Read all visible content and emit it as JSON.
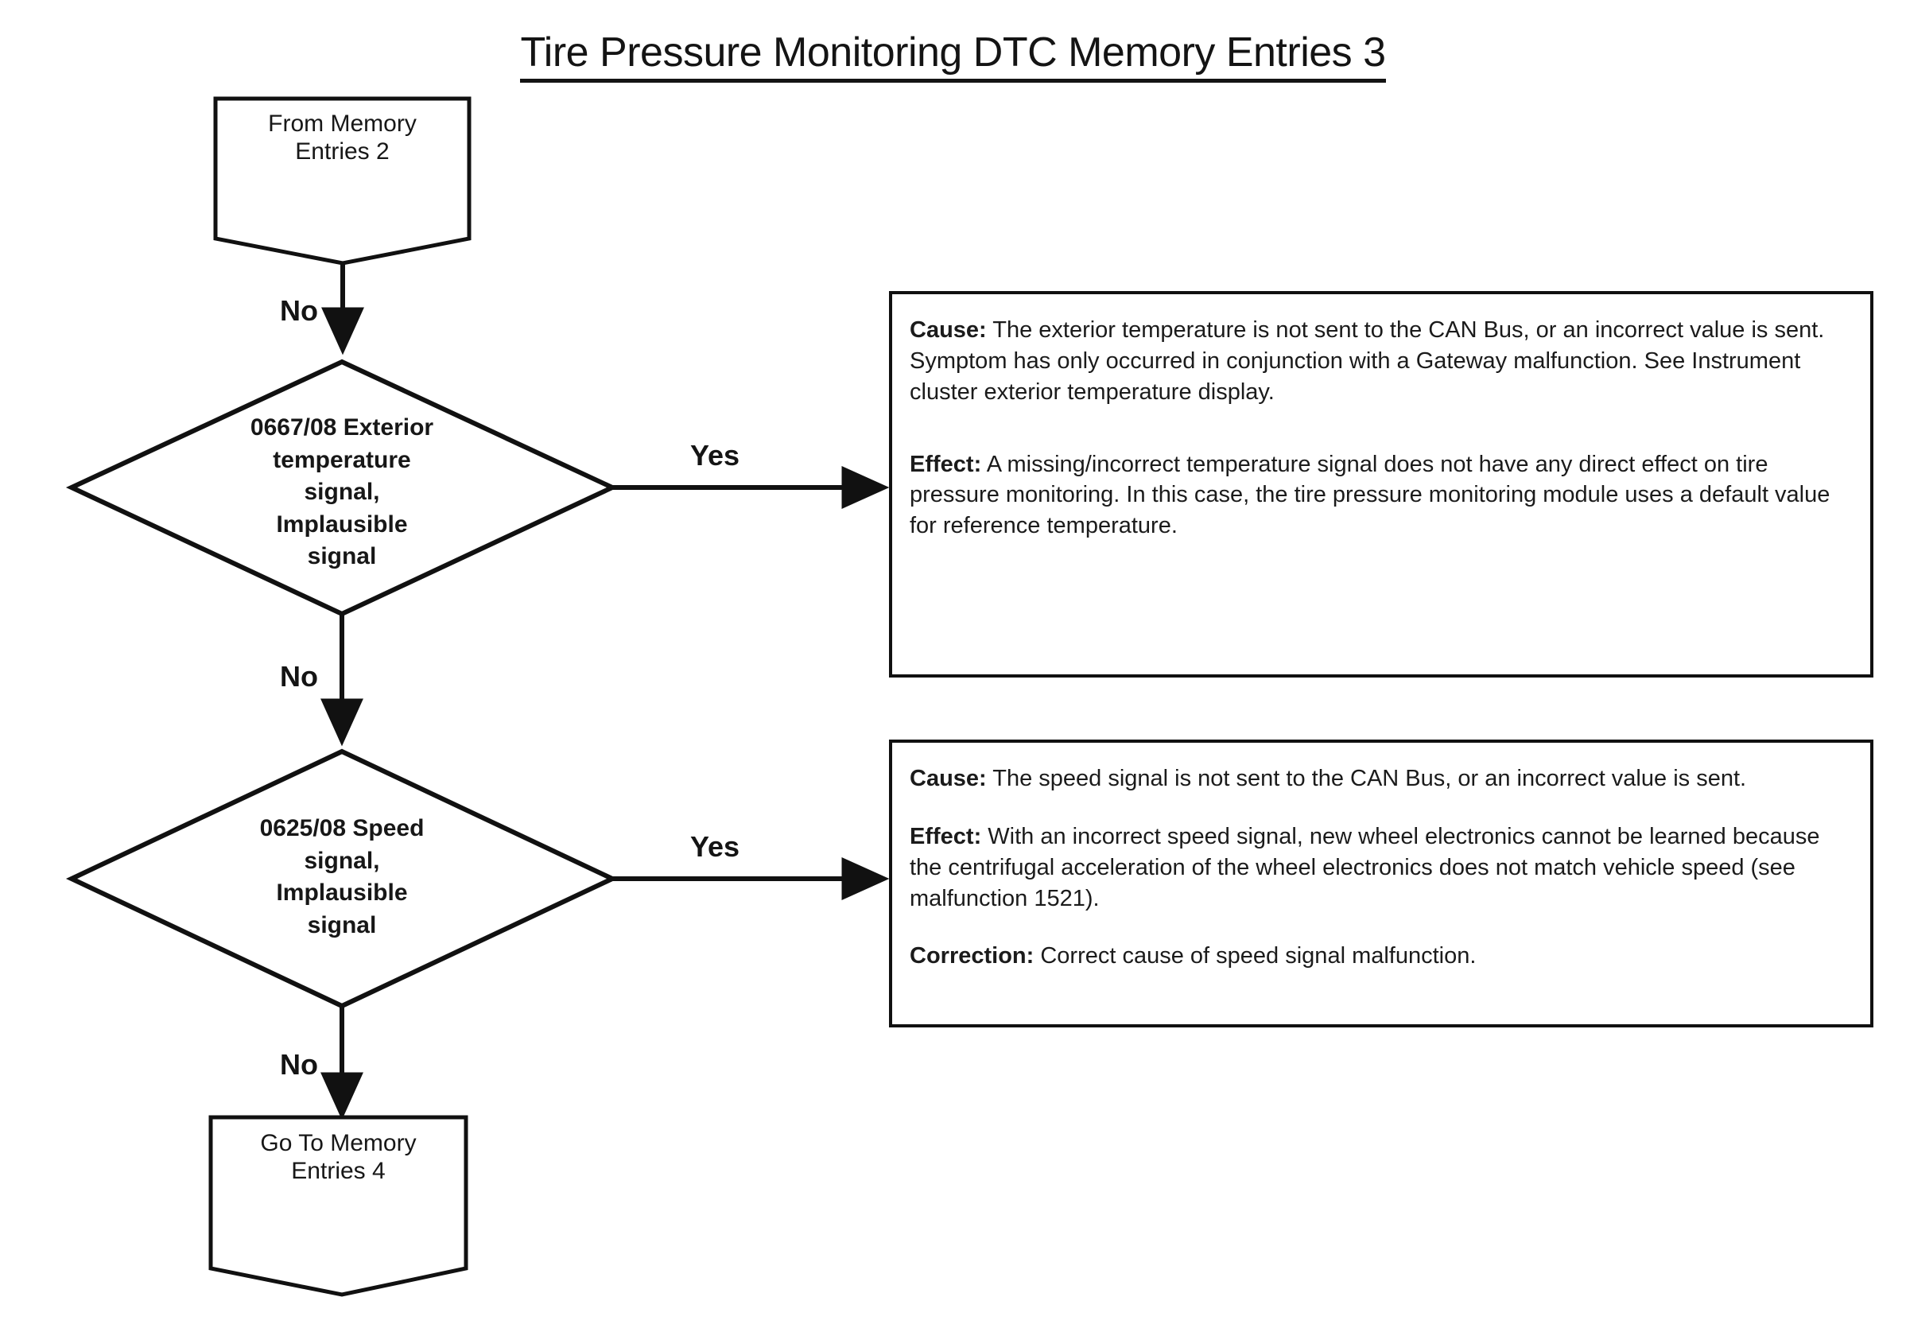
{
  "title": "Tire Pressure Monitoring DTC Memory Entries 3",
  "nodes": {
    "start": {
      "type": "terminator",
      "line1": "From Memory",
      "line2": "Entries 2"
    },
    "decision1": {
      "type": "decision",
      "line1": "0667/08 Exterior",
      "line2": "temperature",
      "line3": "signal,",
      "line4": "Implausible",
      "line5": "signal"
    },
    "decision2": {
      "type": "decision",
      "line1": "0625/08 Speed",
      "line2": "signal,",
      "line3": "Implausible",
      "line4": "signal"
    },
    "end": {
      "type": "terminator",
      "line1": "Go To Memory",
      "line2": "Entries 4"
    }
  },
  "edges": {
    "start_to_d1": "No",
    "d1_yes": "Yes",
    "d1_no": "No",
    "d2_yes": "Yes",
    "d2_no": "No"
  },
  "info_boxes": [
    {
      "id": "exterior-temperature-info",
      "paragraphs": [
        {
          "lead": "Cause:",
          "text": " The exterior temperature is not sent to the CAN Bus, or an incorrect value is sent."
        },
        {
          "lead": "",
          "text": "Symptom has only occurred in conjunction with a Gateway malfunction. See Instrument cluster exterior temperature display."
        },
        {
          "lead": "Effect:",
          "text": " A missing/incorrect temperature signal does not have any direct effect on tire pressure monitoring. In this case, the tire pressure monitoring module uses a default value for reference temperature."
        }
      ]
    },
    {
      "id": "speed-signal-info",
      "paragraphs": [
        {
          "lead": "Cause:",
          "text": " The speed signal is not sent to the CAN Bus, or an incorrect value is sent."
        },
        {
          "lead": "Effect:",
          "text": " With an incorrect speed signal, new  wheel electronics cannot be learned because the centrifugal acceleration of the wheel electronics does not match vehicle speed (see malfunction 1521)."
        },
        {
          "lead": "Correction:",
          "text": " Correct cause of speed signal malfunction."
        }
      ]
    }
  ],
  "colors": {
    "stroke": "#111111",
    "text": "#171717",
    "background": "#ffffff"
  }
}
